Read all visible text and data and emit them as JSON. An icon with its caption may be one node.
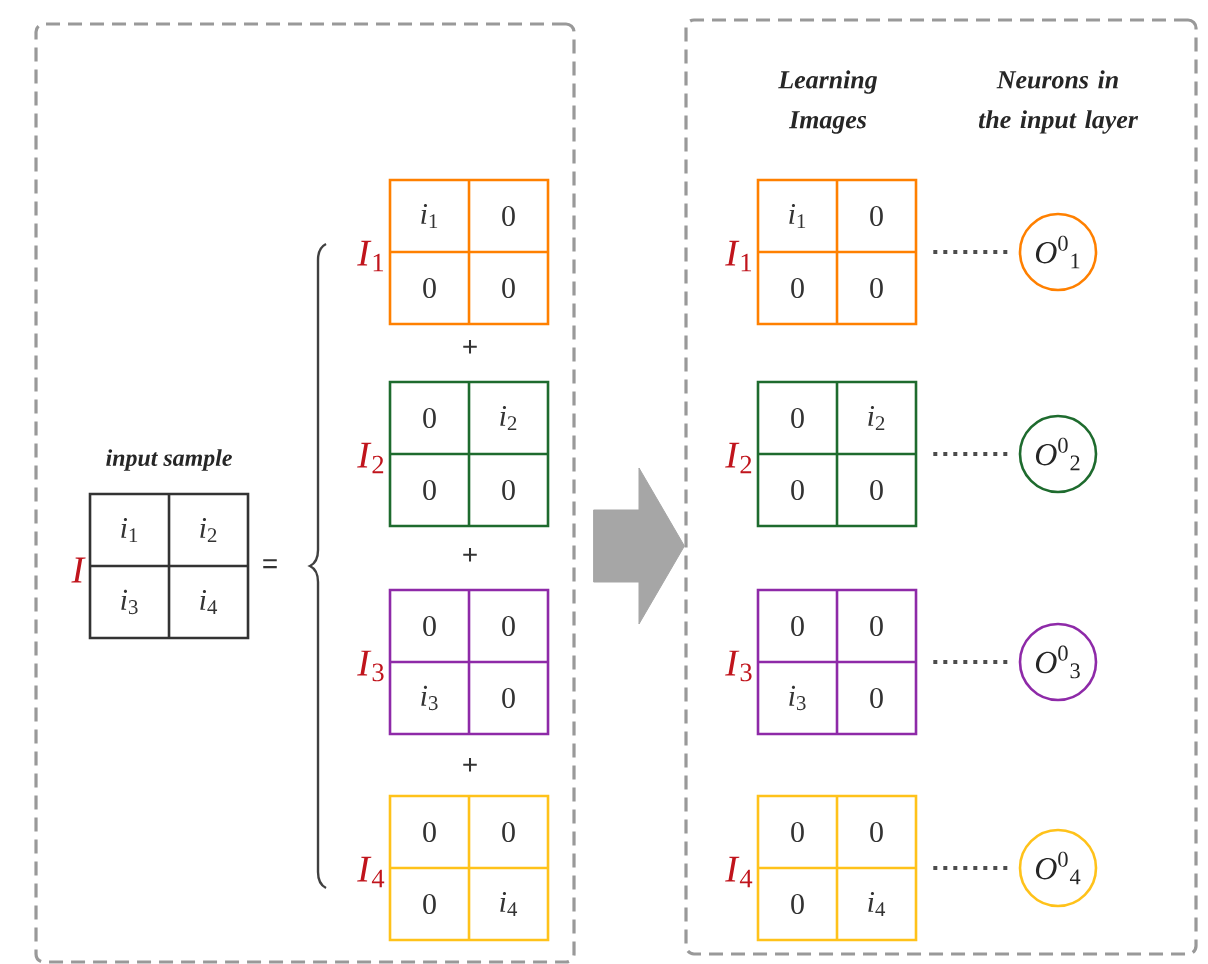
{
  "diagram": {
    "nodes": [
      {
        "text": [],
        "shape": "box"
      },
      {
        "text": [
          "input sample",
          "*i*$_{1}$",
          "*i*$_{2}$",
          "*i*$_{3}$",
          "*i*$_{4}$"
        ],
        "beside": [
          "*I*"
        ],
        "in": 0
      },
      {
        "text": [
          "*i*$_{1}$",
          "0",
          "0",
          "0"
        ],
        "beside": [
          "*I*$_{1}$"
        ],
        "in": 0
      },
      {
        "text": [
          "0",
          "*i*$_{2}$",
          "0",
          "0"
        ],
        "beside": [
          "*I*$_{2}$"
        ],
        "in": 0
      },
      {
        "text": [
          "0",
          "0",
          "*i*$_{3}$",
          "0"
        ],
        "beside": [
          "*I*$_{3}$"
        ],
        "in": 0
      },
      {
        "text": [
          "0",
          "0",
          "0",
          "*i*$_{4}$"
        ],
        "beside": [
          "*I*$_{4}$"
        ],
        "in": 0
      },
      {
        "text": [],
        "shape": "box"
      },
      {
        "text": [
          "*i*$_{1}$",
          "0",
          "0",
          "0"
        ],
        "beside": [
          "*I*$_{1}$"
        ],
        "in": 6
      },
      {
        "text": [
          "0",
          "*i*$_{2}$",
          "0",
          "0"
        ],
        "beside": [
          "*I*$_{2}$"
        ],
        "in": 6
      },
      {
        "text": [
          "0",
          "0",
          "*i*$_{3}$",
          "0"
        ],
        "beside": [
          "*I*$_{3}$"
        ],
        "in": 6
      },
      {
        "text": [
          "0",
          "0",
          "0",
          "*i*$_{4}$"
        ],
        "beside": [
          "*I*$_{4}$"
        ],
        "in": 6
      },
      {
        "text": [
          "*O*$^{0}$$_{1}$"
        ],
        "in": 6
      },
      {
        "text": [
          "*O*$^{0}$$_{2}$"
        ],
        "in": 6
      },
      {
        "text": [
          "*O*$^{0}$$_{3}$"
        ],
        "in": 6
      },
      {
        "text": [
          "*O*$^{0}$$_{4}$"
        ],
        "in": 6
      }
    ],
    "edges": [
      {
        "from": 0,
        "to": 6,
        "arrow": "to",
        "style": "thick",
        "color": "#a6a6a6"
      },
      {
        "from": 7,
        "to": 11,
        "arrow": "none",
        "style": "dashed"
      },
      {
        "from": 8,
        "to": 12,
        "arrow": "none",
        "style": "dashed"
      },
      {
        "from": 9,
        "to": 13,
        "arrow": "none",
        "style": "dashed"
      },
      {
        "from": 10,
        "to": 14,
        "arrow": "none",
        "style": "dashed"
      }
    ],
    "labels": [
      "=",
      "+",
      "+",
      "+",
      "Learning Images",
      "Neurons in the input layer"
    ]
  }
}
